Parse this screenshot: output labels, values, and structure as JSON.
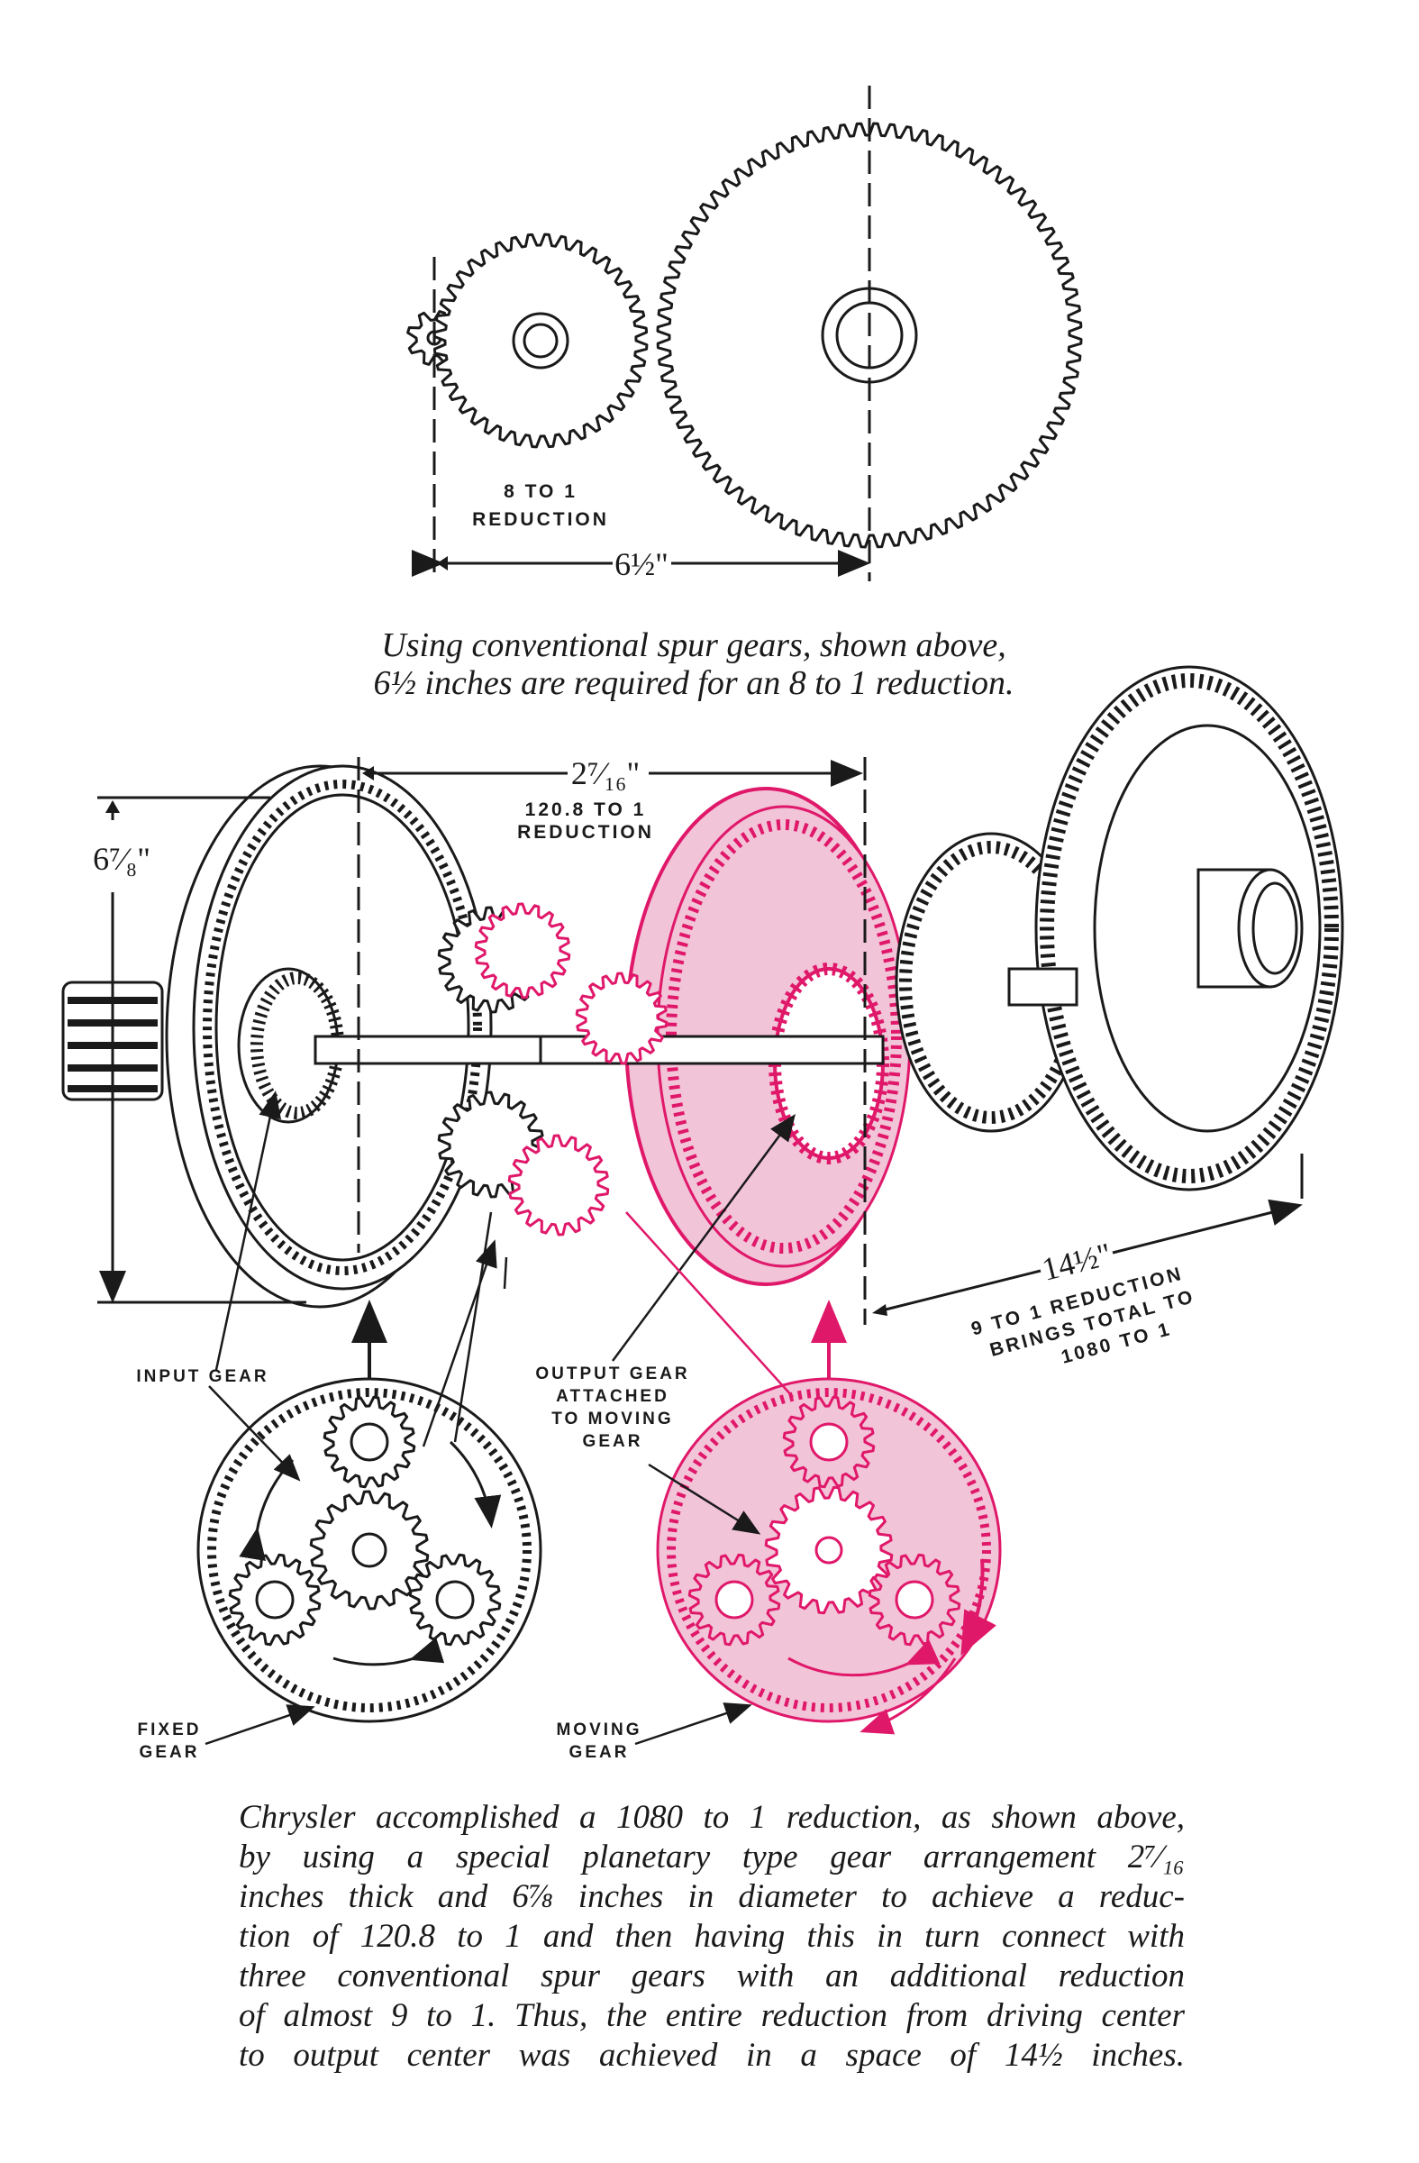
{
  "top_diagram": {
    "ratio_label_1": "8 TO 1",
    "ratio_label_2": "REDUCTION",
    "width_label": "6½\""
  },
  "caption_top": {
    "line1": "Using conventional spur gears, shown above,",
    "line2": "6½ inches are required for an 8 to 1 reduction."
  },
  "middle_diagram": {
    "thickness_label": "2⁷⁄₁₆\"",
    "ratio_label_1": "120.8 TO 1",
    "ratio_label_2": "REDUCTION",
    "diameter_label": "6⁷⁄₈\"",
    "length_label": "14½\"",
    "final_line1": "9 TO 1 REDUCTION",
    "final_line2": "BRINGS TOTAL TO",
    "final_line3": "1080 TO 1"
  },
  "bottom_labels": {
    "input_gear": "INPUT GEAR",
    "output_1": "OUTPUT GEAR",
    "output_2": "ATTACHED",
    "output_3": "TO MOVING",
    "output_4": "GEAR",
    "fixed_1": "FIXED",
    "fixed_2": "GEAR",
    "moving_1": "MOVING",
    "moving_2": "GEAR"
  },
  "caption_bottom": {
    "lines": [
      "Chrysler accomplished a 1080 to 1 reduction, as shown above,",
      "by using a special planetary type gear arrangement 2⁷⁄₁₆",
      "inches thick and 6⅞ inches in diameter to achieve a reduc-",
      "tion of 120.8 to 1 and then having this in turn connect with",
      "three conventional spur gears with an additional reduction",
      "of almost 9 to 1. Thus, the entire reduction from driving center",
      "to output center was achieved in a space of 14½ inches."
    ]
  },
  "colors": {
    "ink": "#1a1a1a",
    "magenta": "#e0186a",
    "magenta_fill": "#f2c4d8"
  }
}
